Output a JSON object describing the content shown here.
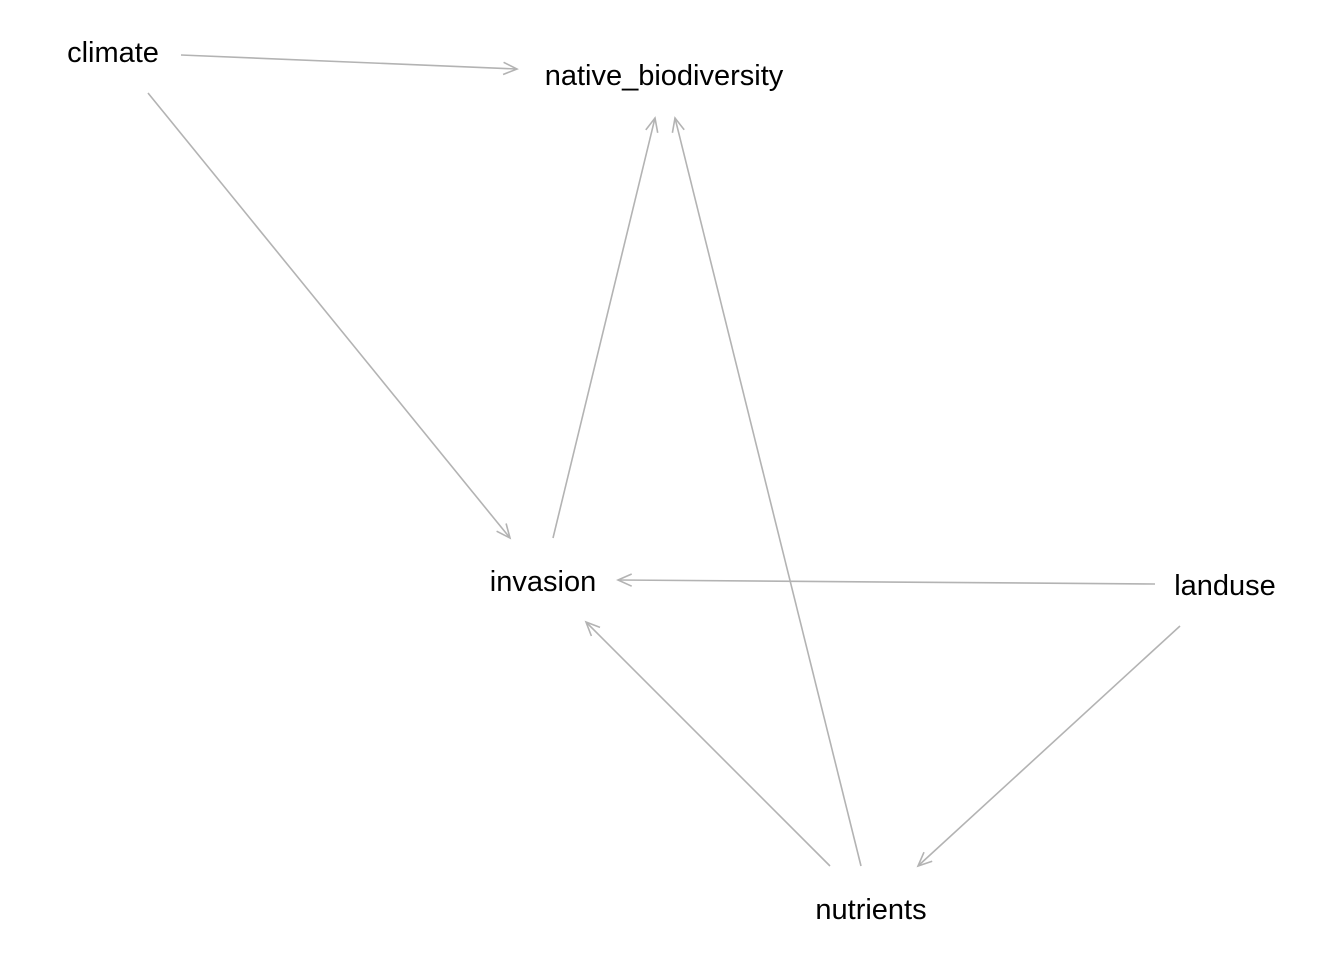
{
  "diagram": {
    "type": "directed-acyclic-graph",
    "edge_color": "#b3b3b3",
    "text_color": "#000000",
    "background": "#ffffff",
    "nodes": [
      {
        "id": "climate",
        "label": "climate"
      },
      {
        "id": "native_biodiversity",
        "label": "native_biodiversity"
      },
      {
        "id": "invasion",
        "label": "invasion"
      },
      {
        "id": "landuse",
        "label": "landuse"
      },
      {
        "id": "nutrients",
        "label": "nutrients"
      }
    ],
    "edges": [
      {
        "from": "climate",
        "to": "native_biodiversity"
      },
      {
        "from": "climate",
        "to": "invasion"
      },
      {
        "from": "invasion",
        "to": "native_biodiversity"
      },
      {
        "from": "nutrients",
        "to": "native_biodiversity"
      },
      {
        "from": "landuse",
        "to": "invasion"
      },
      {
        "from": "nutrients",
        "to": "invasion"
      },
      {
        "from": "landuse",
        "to": "nutrients"
      }
    ]
  }
}
